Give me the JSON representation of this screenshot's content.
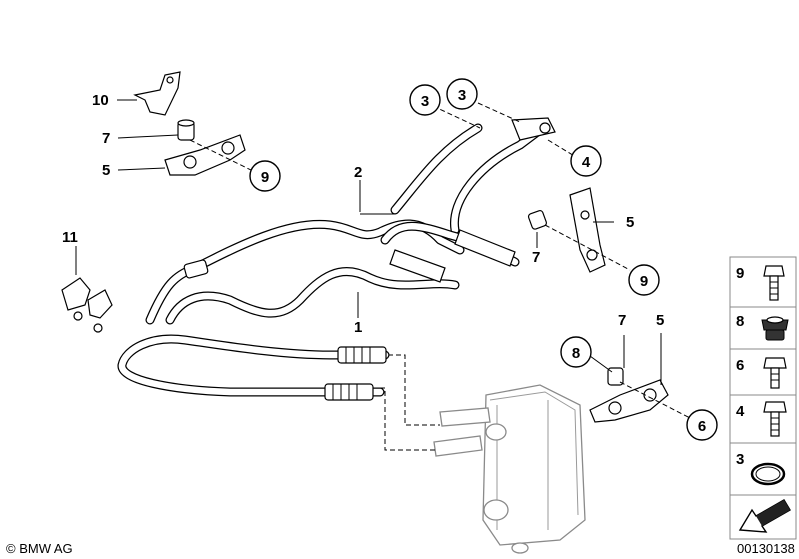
{
  "callouts": {
    "c1": "1",
    "c2": "2",
    "c3a": "3",
    "c3b": "3",
    "c4": "4",
    "c5a": "5",
    "c5b": "5",
    "c5c": "5",
    "c6": "6",
    "c7a": "7",
    "c7b": "7",
    "c7c": "7",
    "c8": "8",
    "c9a": "9",
    "c9b": "9",
    "c10": "10",
    "c11": "11"
  },
  "legend": [
    {
      "number": "9",
      "part": "bolt-icon"
    },
    {
      "number": "8",
      "part": "grommet-icon"
    },
    {
      "number": "6",
      "part": "bolt-icon"
    },
    {
      "number": "4",
      "part": "bolt-icon"
    },
    {
      "number": "3",
      "part": "seal-ring-icon"
    },
    {
      "number": "",
      "part": "arrow-icon"
    }
  ],
  "footer": {
    "copyright": "© BMW AG",
    "diagram_number": "00130138"
  }
}
